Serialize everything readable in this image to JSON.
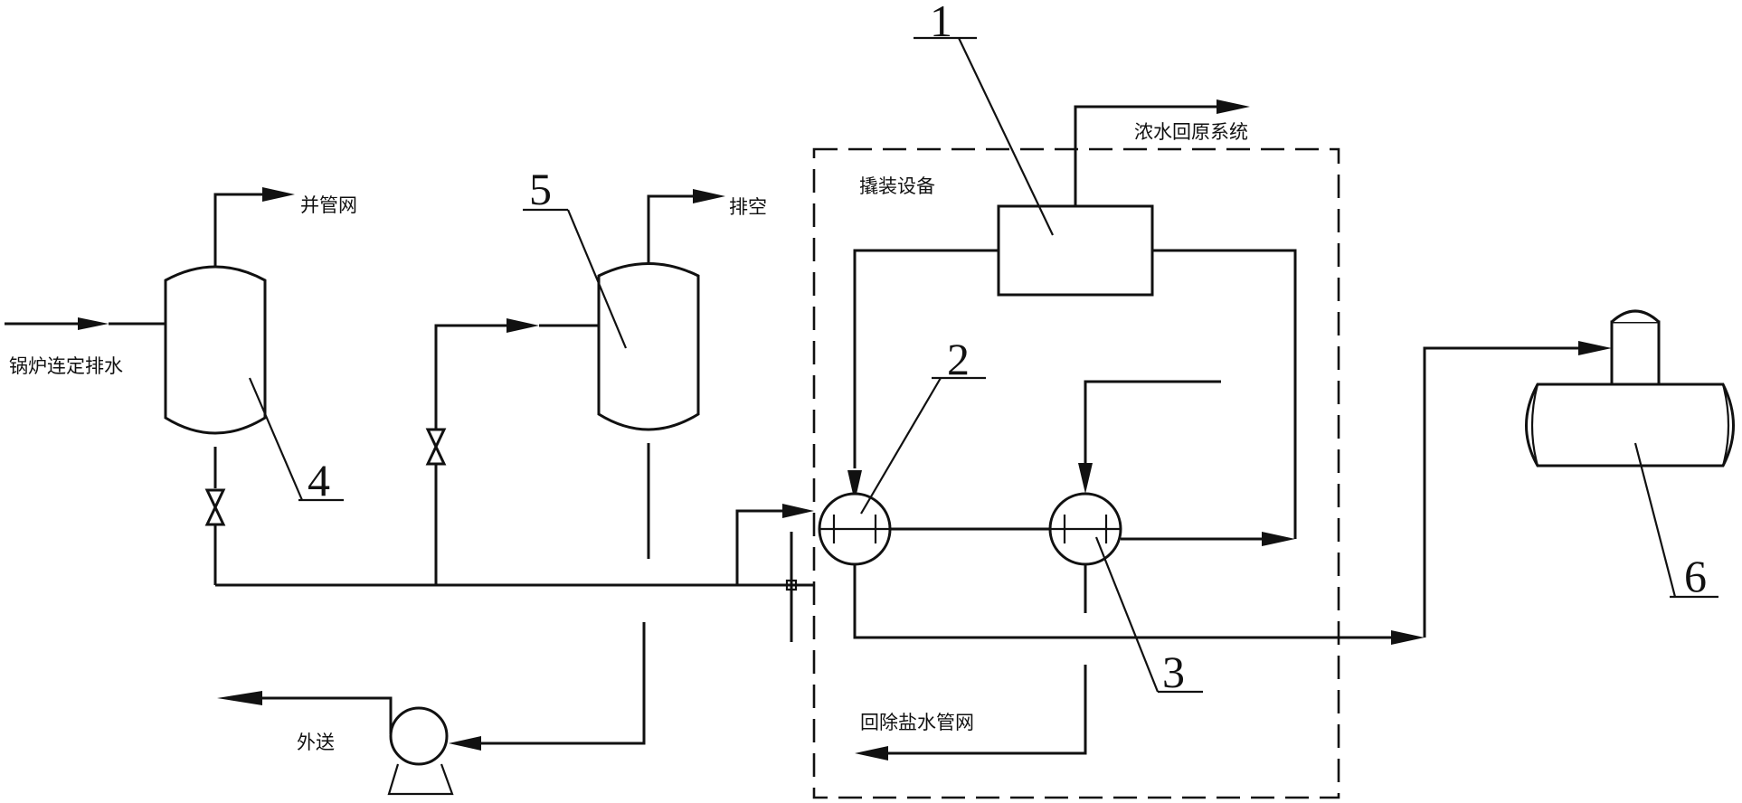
{
  "labels": {
    "boiler_blowdown": "锅炉连定排水",
    "to_pipe_network": "并管网",
    "vent": "排空",
    "skid_equipment": "撬装设备",
    "concentrate_return": "浓水回原系统",
    "return_demin_water": "回除盐水管网",
    "export": "外送"
  },
  "numbers": {
    "n1": "1",
    "n2": "2",
    "n3": "3",
    "n4": "4",
    "n5": "5",
    "n6": "6"
  }
}
